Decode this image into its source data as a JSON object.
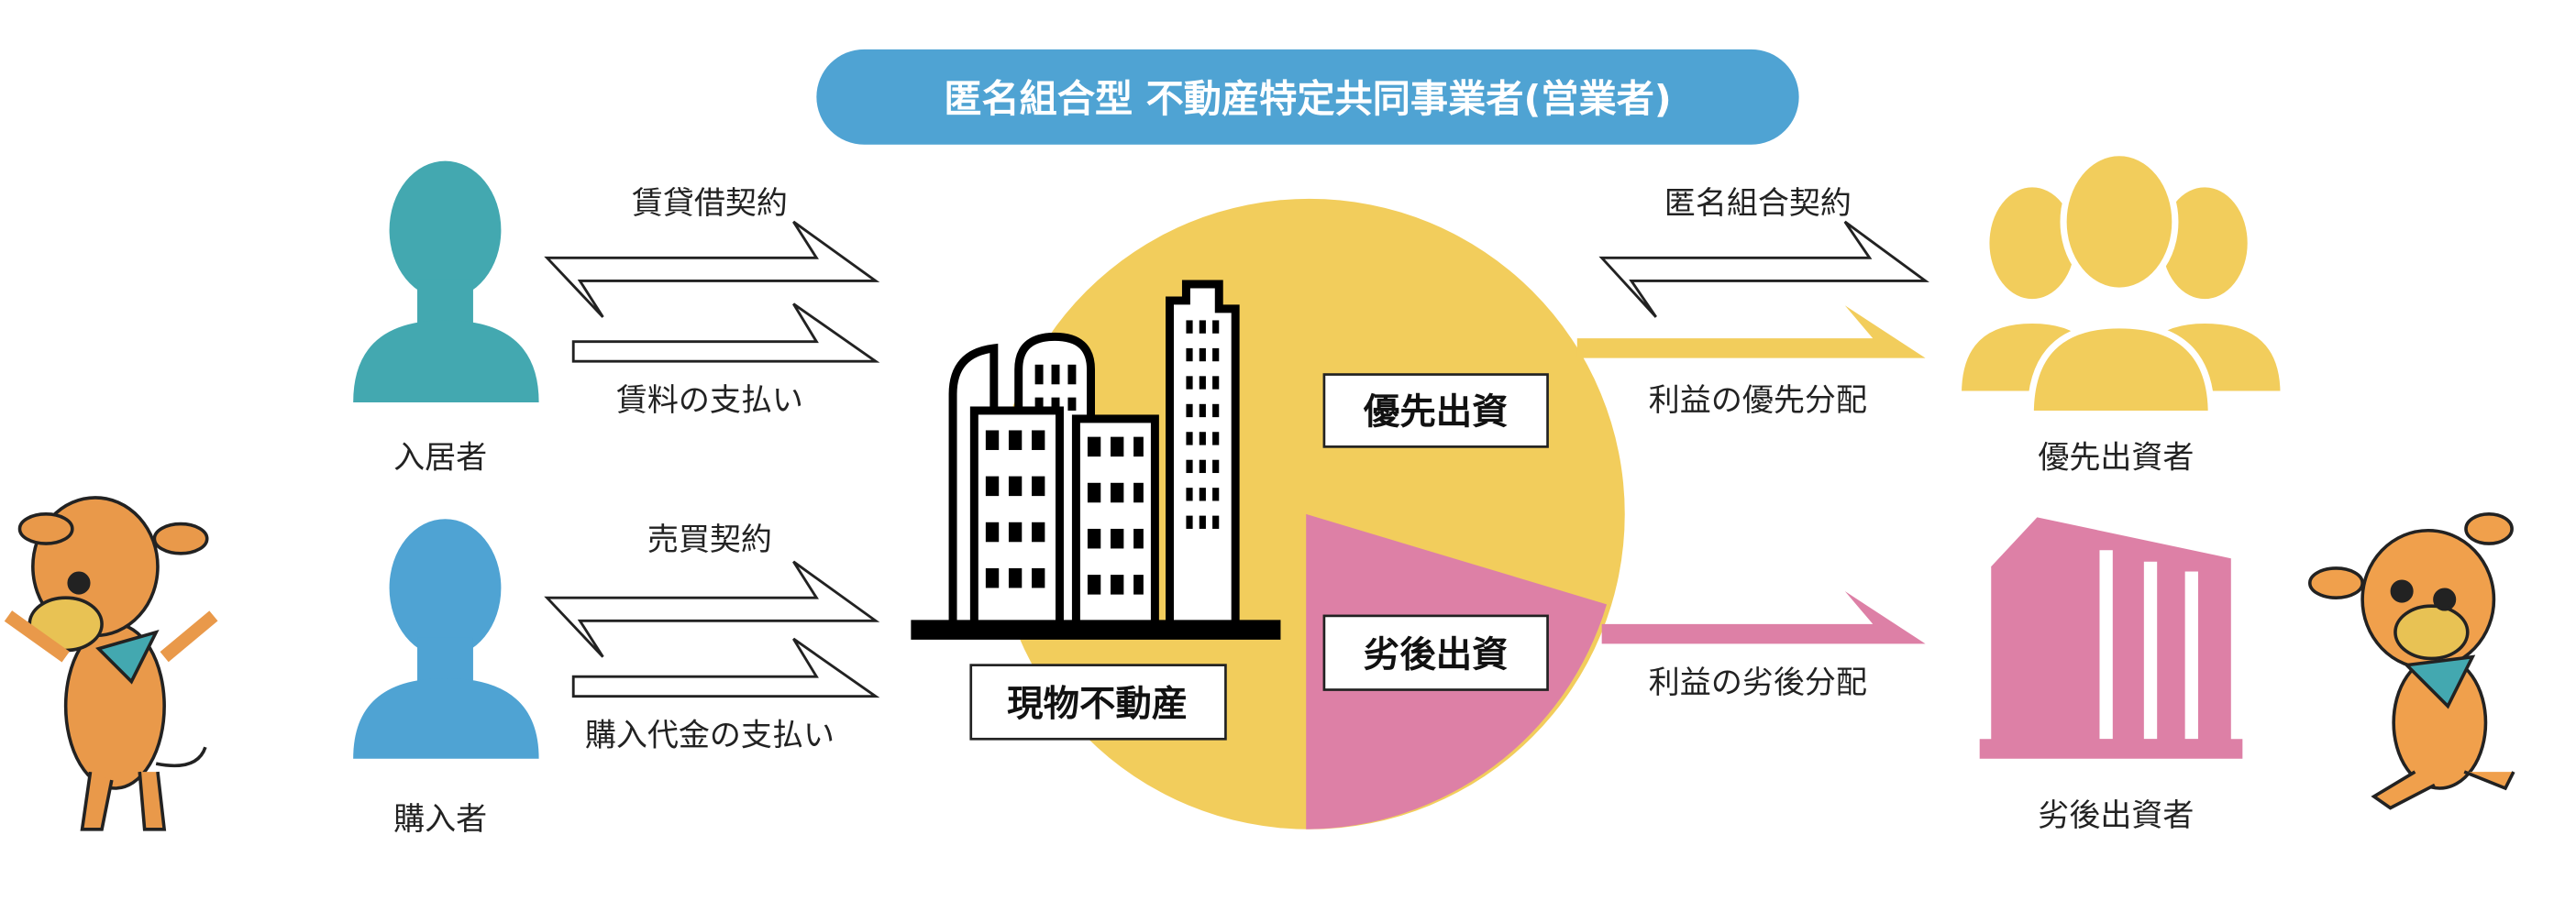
{
  "title": "匿名組合型 不動産特定共同事業者(営業者)",
  "left": {
    "tenant_label": "入居者",
    "buyer_label": "購入者",
    "lease_contract": "賃貸借契約",
    "rent_payment": "賃料の支払い",
    "sale_contract": "売買契約",
    "purchase_payment": "購入代金の支払い"
  },
  "center": {
    "property_label": "現物不動産",
    "senior_label": "優先出資",
    "junior_label": "劣後出資"
  },
  "right": {
    "tk_contract": "匿名組合契約",
    "senior_distribution": "利益の優先分配",
    "junior_distribution": "利益の劣後分配",
    "senior_investor_label": "優先出資者",
    "junior_investor_label": "劣後出資者"
  },
  "colors": {
    "title_bg": "#4fa3d3",
    "tenant": "#43a8b0",
    "buyer": "#4fa3d3",
    "senior": "#f2cd5c",
    "junior": "#dd80a6",
    "mascot": "#e9994a"
  }
}
